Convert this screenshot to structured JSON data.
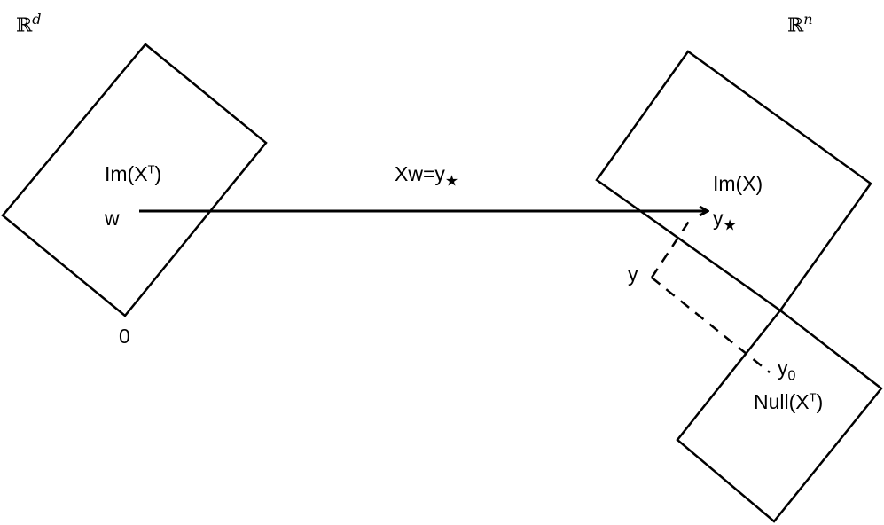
{
  "spaces": {
    "left": {
      "symbol": "ℝ",
      "exponent": "d"
    },
    "right": {
      "symbol": "ℝ",
      "exponent": "n"
    }
  },
  "labels": {
    "im_xt": {
      "base": "Im(X",
      "sup": "T",
      "close": ")"
    },
    "w": "w",
    "zero": "0",
    "equation": {
      "base": "Xw=y",
      "sub": "★"
    },
    "im_x": "Im(X)",
    "y_star": {
      "base": "y",
      "sub": "★"
    },
    "y": "y",
    "y0": {
      "base": "y",
      "sub": "0"
    },
    "null_xt": {
      "base": "Null(X",
      "sup": "T",
      "close": ")"
    }
  }
}
